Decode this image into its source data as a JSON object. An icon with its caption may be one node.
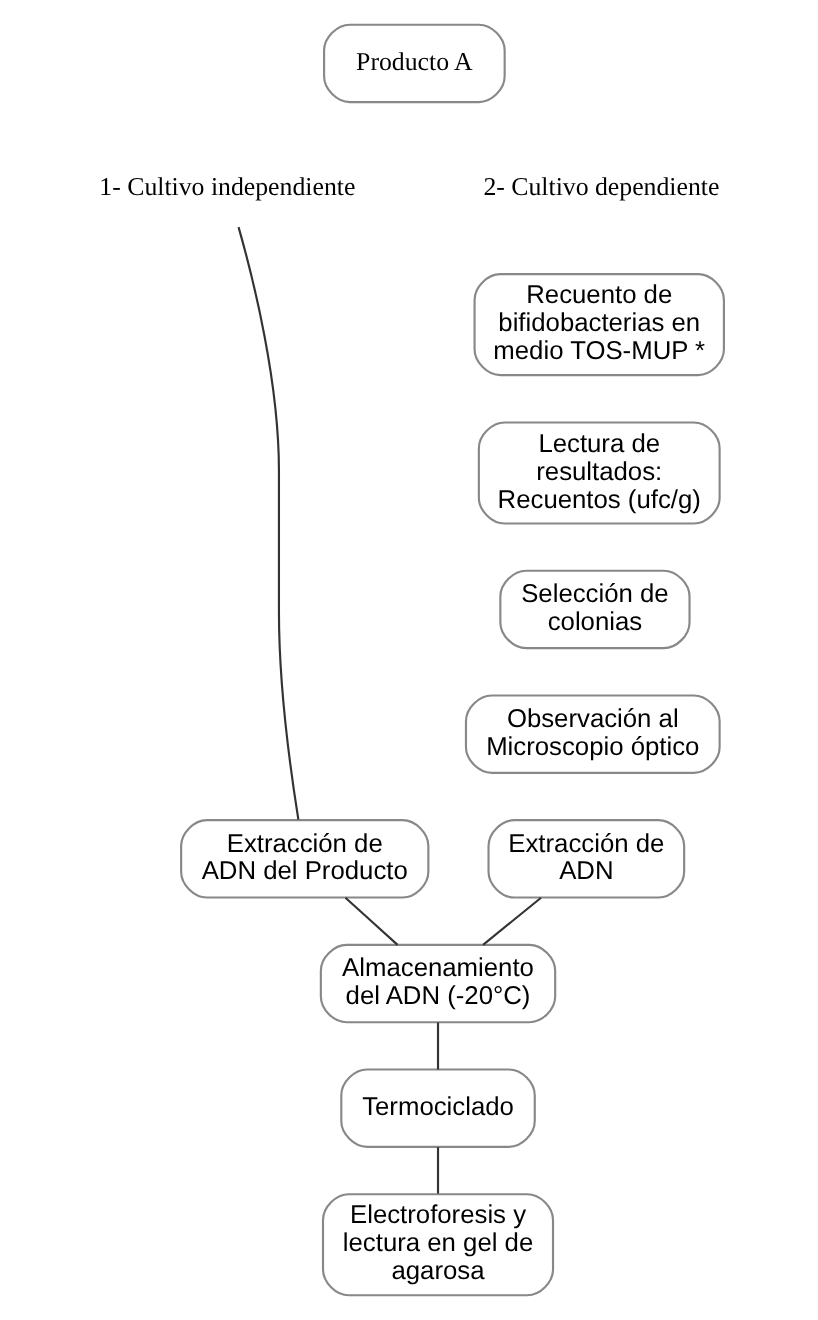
{
  "diagram": {
    "nodes": [
      {
        "text": [
          "Producto A"
        ]
      },
      {
        "text": [
          "1- Cultivo independiente"
        ]
      },
      {
        "text": [
          "Recuento de bifidobacterias en medio TOS-MUP *"
        ]
      },
      {
        "text": [
          "Lectura de resultados:",
          "Recuentos (ufc/g)"
        ]
      },
      {
        "text": [
          "Selección de colonias"
        ]
      },
      {
        "text": [
          "Observación al Microscopio óptico"
        ]
      },
      {
        "text": [
          "Extracción de ADN del Producto"
        ]
      },
      {
        "text": [
          "Extracción de ADN"
        ]
      },
      {
        "text": [
          "Almacenamiento del ADN (-20°C)"
        ]
      },
      {
        "text": [
          "Termociclado"
        ]
      },
      {
        "text": [
          "Electroforesis y lectura en gel de agarosa"
        ]
      }
    ],
    "edges": [
      {
        "from": 1,
        "to": 6,
        "arrow": "none"
      },
      {
        "from": 6,
        "to": 8,
        "arrow": "none"
      },
      {
        "from": 7,
        "to": 8,
        "arrow": "none"
      },
      {
        "from": 8,
        "to": 9,
        "arrow": "none"
      },
      {
        "from": 9,
        "to": 10,
        "arrow": "none"
      }
    ],
    "labels": [
      "2- Cultivo dependiente"
    ]
  }
}
